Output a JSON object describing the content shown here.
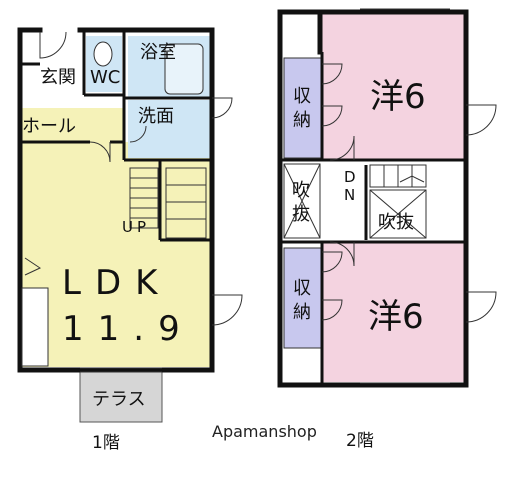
{
  "floor1": {
    "caption": "1階",
    "rooms": {
      "genkan": "玄関",
      "wc": "WC",
      "bath": "浴\n室",
      "hall": "ホール",
      "senmen": "洗面",
      "up": "UP",
      "ldk": "LDK",
      "ldk_size": "11.9",
      "terrace": "テラス"
    }
  },
  "floor2": {
    "caption": "2階",
    "rooms": {
      "western_top": "洋6",
      "western_bottom": "洋6",
      "storage_top": "収\n納",
      "storage_bottom": "収\n納",
      "fukinuke_left": "吹\n抜",
      "fukinuke_right": "吹抜",
      "down": "D\nN"
    }
  },
  "watermark": "Apamanshop",
  "colors": {
    "ldk": "#f5f2b8",
    "wet": "#cfe6f5",
    "bedroom": "#f4d3e0",
    "storage": "#c8c8ee",
    "terrace": "#d6d6d6",
    "wall": "#111111"
  }
}
